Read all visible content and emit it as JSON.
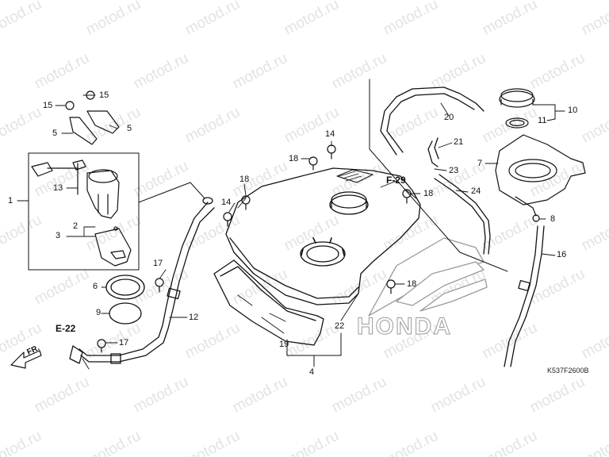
{
  "watermark": "motod.ru",
  "logo": "HONDA",
  "diagram_code": "K537F2600B",
  "direction_label": "FR.",
  "refs": [
    "E-22",
    "F-29"
  ],
  "callouts": [
    "1",
    "2",
    "3",
    "4",
    "5",
    "5",
    "6",
    "7",
    "8",
    "9",
    "10",
    "11",
    "12",
    "13",
    "14",
    "14",
    "15",
    "15",
    "16",
    "17",
    "17",
    "18",
    "18",
    "18",
    "18",
    "19",
    "20",
    "21",
    "22",
    "23",
    "24"
  ],
  "colors": {
    "line": "#111111",
    "watermark": "#e3e3e3",
    "logo_outline": "#9a9a9a",
    "background": "#ffffff"
  }
}
